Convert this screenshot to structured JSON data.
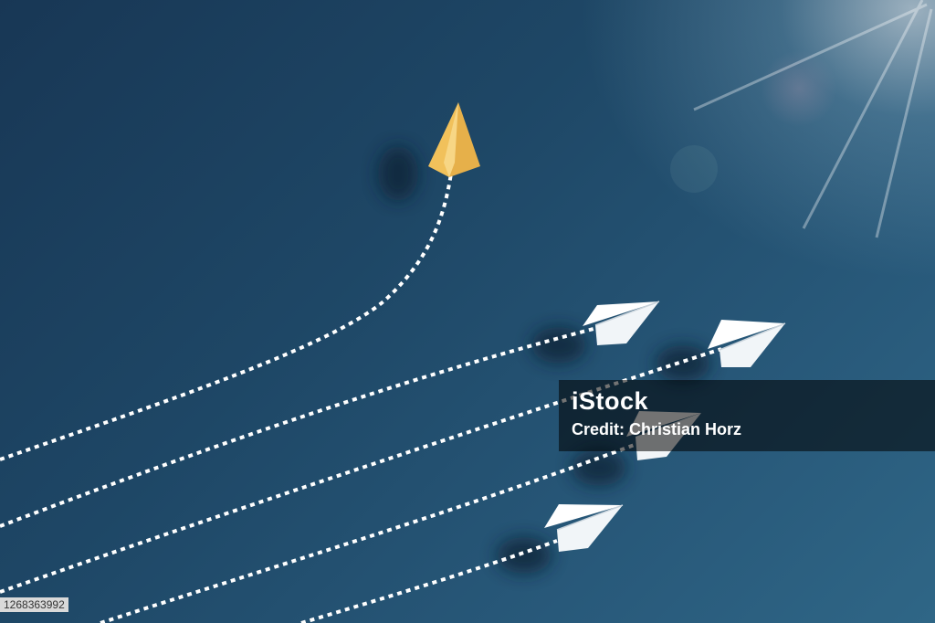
{
  "watermark": {
    "logo_text": "iStock",
    "credit_text": "Credit: Christian Horz"
  },
  "photo_id": "1268363992",
  "scene": {
    "background_color": "#1e4766",
    "leader_plane_color": "#f1c15b",
    "follower_plane_color": "#ffffff",
    "trail_color": "#ffffff"
  }
}
